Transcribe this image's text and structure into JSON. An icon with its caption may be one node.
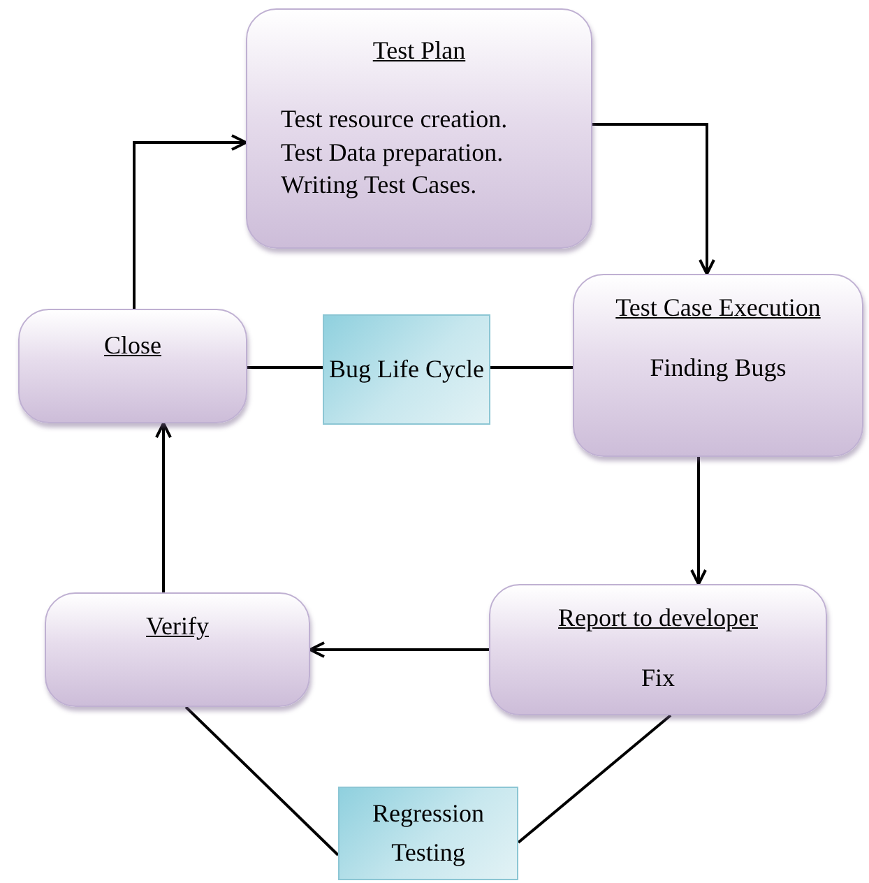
{
  "diagram": {
    "nodes": [
      {
        "text": [
          "Test Plan",
          "Test resource creation.",
          "Test Data preparation.",
          "Writing Test Cases."
        ]
      },
      {
        "text": [
          "Close"
        ]
      },
      {
        "text": [
          "Bug Life Cycle"
        ]
      },
      {
        "text": [
          "Test Case Execution",
          "Finding Bugs"
        ]
      },
      {
        "text": [
          "Verify"
        ]
      },
      {
        "text": [
          "Report to developer",
          "Fix"
        ]
      },
      {
        "text": [
          "Regression Testing"
        ]
      }
    ],
    "edges": [
      {
        "from": 1,
        "to": 0,
        "arrow": "to"
      },
      {
        "from": 0,
        "to": 3,
        "arrow": "to"
      },
      {
        "from": 3,
        "to": 5,
        "arrow": "to"
      },
      {
        "from": 5,
        "to": 4,
        "arrow": "to"
      },
      {
        "from": 4,
        "to": 1,
        "arrow": "to"
      },
      {
        "from": 1,
        "to": 2,
        "arrow": "none"
      },
      {
        "from": 2,
        "to": 3,
        "arrow": "none"
      },
      {
        "from": 4,
        "to": 6,
        "arrow": "none"
      },
      {
        "from": 5,
        "to": 6,
        "arrow": "none"
      }
    ]
  }
}
